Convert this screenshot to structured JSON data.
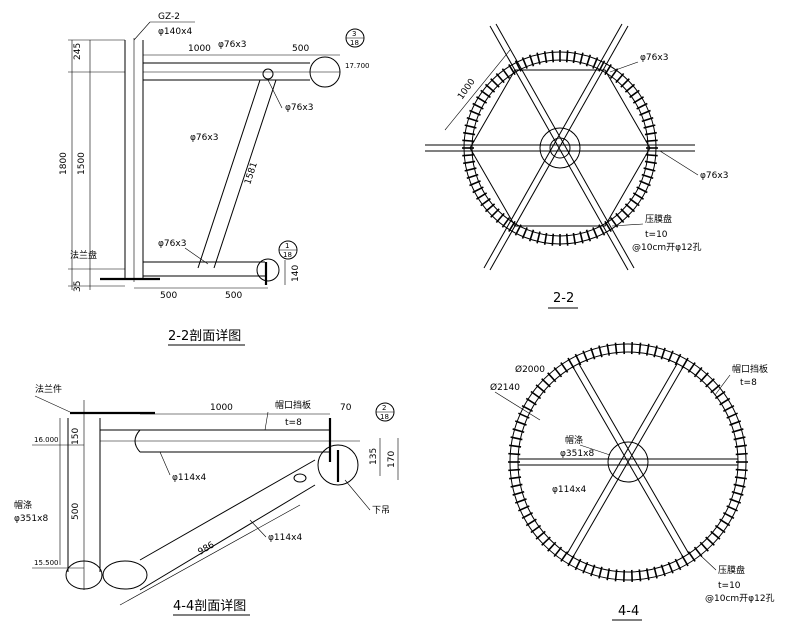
{
  "section_22_detail": {
    "title": "2-2剖面详图",
    "dims": {
      "d245": "245",
      "d1800": "1800",
      "d1500": "1500",
      "d35": "35",
      "d1000": "1000",
      "d500_top": "500",
      "d500_a": "500",
      "d500_b": "500",
      "d1581": "1581",
      "d140": "140"
    },
    "labels": {
      "gz": "GZ-2",
      "pipe_main": "φ140x4",
      "pipe_top": "φ76x3",
      "pipe_top2": "φ76x3",
      "pipe_diag": "φ76x3",
      "pipe_bottom": "φ76x3",
      "elev": "17.700",
      "flange": "法兰盘"
    },
    "callout_top": {
      "num": "3",
      "sheet": "18"
    },
    "callout_bottom": {
      "num": "1",
      "sheet": "18"
    }
  },
  "section_22_plan": {
    "title": "2-2",
    "labels": {
      "d1000": "1000",
      "pipe1": "φ76x3",
      "pipe2": "φ76x3",
      "plate": "压膜盘",
      "thick": "t=10",
      "holes": "@10cm开φ12孔"
    }
  },
  "section_44_detail": {
    "title": "4-4剖面详图",
    "dims": {
      "d1000": "1000",
      "d70": "70",
      "d150": "150",
      "d135": "135",
      "d170": "170",
      "d500": "500",
      "d986": "986"
    },
    "labels": {
      "flange": "法兰件",
      "eave": "帽口挡板",
      "thick": "t=8",
      "elev_top": "16.000",
      "elev_bot": "15.500",
      "cap": "帽涤",
      "cap_pipe": "φ351x8",
      "pipe1": "φ114x4",
      "pipe2": "φ114x4",
      "hanger": "下吊"
    },
    "callout": {
      "num": "2",
      "sheet": "18"
    }
  },
  "section_44_plan": {
    "title": "4-4",
    "labels": {
      "d2000": "Ø2000",
      "d2140": "Ø2140",
      "cap_pipe_label": "帽涤",
      "cap_pipe": "φ351x8",
      "pipe": "φ114x4",
      "eave": "帽口挡板",
      "thick_top": "t=8",
      "plate": "压膜盘",
      "thick": "t=10",
      "holes": "@10cm开φ12孔"
    }
  }
}
